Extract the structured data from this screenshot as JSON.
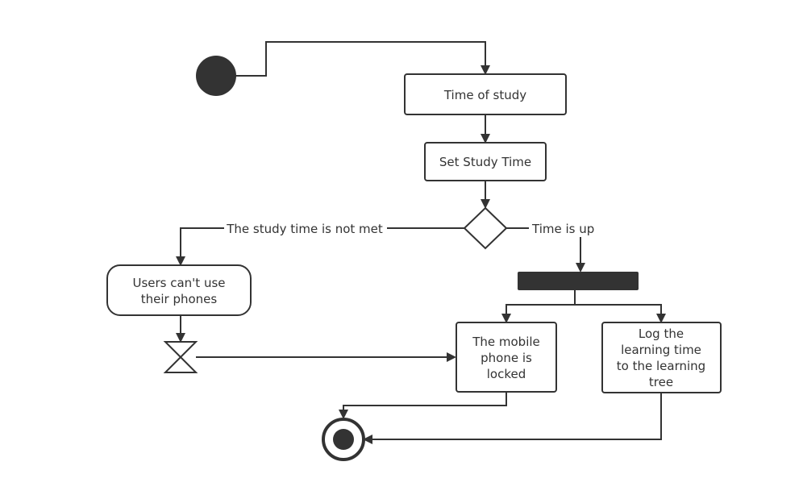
{
  "colors": {
    "stroke": "#333333",
    "fill": "#ffffff",
    "solid": "#333333"
  },
  "nodes": {
    "time_of_study": "Time of study",
    "set_study_time": "Set Study Time",
    "users_cant_use": [
      "Users can't use",
      "their phones"
    ],
    "phone_locked": [
      "The mobile",
      "phone is",
      "locked"
    ],
    "log_time": [
      "Log the",
      "learning time",
      "to the learning",
      "tree"
    ]
  },
  "edge_labels": {
    "not_met": "The study time is not met",
    "time_up": "Time is up"
  }
}
